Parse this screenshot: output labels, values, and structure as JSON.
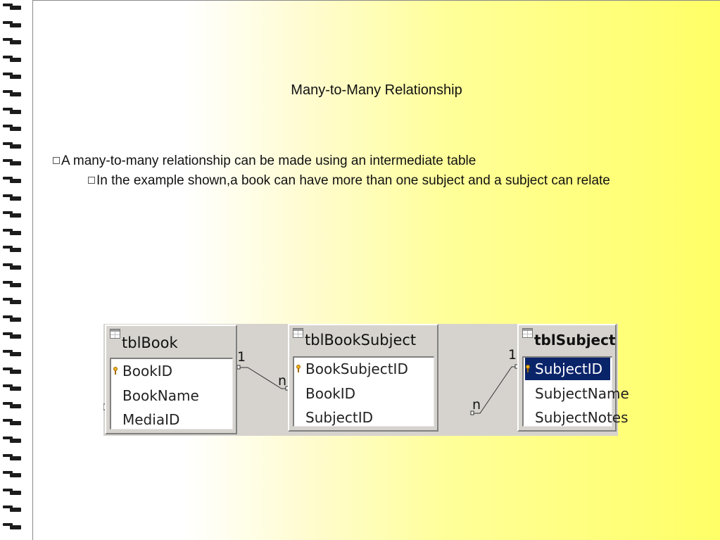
{
  "slide": {
    "title": "Many-to-Many Relationship",
    "bullets": [
      "A many-to-many relationship can be made using an intermediate table",
      "In the example shown,a book can have more than one subject and a subject can relate"
    ]
  },
  "diagram": {
    "tables": [
      {
        "name": "tblBook",
        "fields": [
          {
            "name": "BookID",
            "key": true
          },
          {
            "name": "BookName",
            "key": false
          },
          {
            "name": "MediaID",
            "key": false
          }
        ]
      },
      {
        "name": "tblBookSubject",
        "fields": [
          {
            "name": "BookSubjectID",
            "key": true
          },
          {
            "name": "BookID",
            "key": false
          },
          {
            "name": "SubjectID",
            "key": false
          }
        ]
      },
      {
        "name": "tblSubject",
        "fields": [
          {
            "name": "SubjectID",
            "key": true,
            "selected": true
          },
          {
            "name": "SubjectName",
            "key": false
          },
          {
            "name": "SubjectNotes",
            "key": false
          }
        ]
      }
    ],
    "relationships": [
      {
        "one_label": "1",
        "many_label": "n"
      },
      {
        "one_label": "1",
        "many_label": "n"
      }
    ],
    "selection_color": "#0a246a",
    "key_icon_color": "#f0b020"
  }
}
